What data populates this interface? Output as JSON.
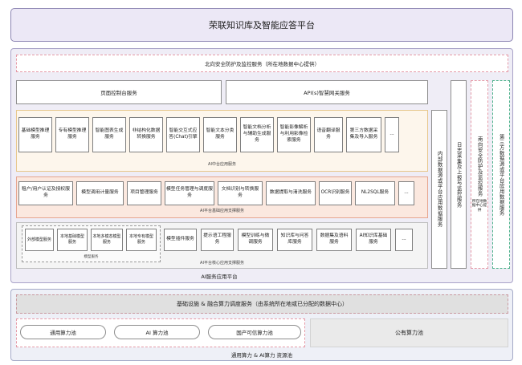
{
  "title": "荣联知识库及智能应答平台",
  "north_security": "北向安全防护及监控服务（所在地数据中心提供）",
  "page_control": "页面控制台服务",
  "api_gateway": "API(s)智慧网关服务",
  "ai_middle": {
    "label": "AI中台应用服务",
    "cards": [
      "基础模型推理服务",
      "专有模型推理服务",
      "智能图表生成服务",
      "非结构化数据转换服务",
      "智能交互式应答(Chat)引擎",
      "智能文本分类服务",
      "智能文档分析与辅助生成服务",
      "智能影像解析与利用影像检索服务",
      "语音翻译服务",
      "第三方数据采集及导入服务",
      "..."
    ]
  },
  "ai_base": {
    "label": "AI平台基础应用支撑服务",
    "cards": [
      "租户/用户认证及授权服务",
      "模型调用计量服务",
      "项目管理服务",
      "模型任务管理与调度服务",
      "文档识别与转换服务",
      "数据提取与清洗服务",
      "OCR识别服务",
      "NL2SQL服务",
      "..."
    ]
  },
  "ai_core": {
    "label": "AI平台核心应用支撑服务",
    "model_service_label": "模型服务",
    "model_cards": [
      "外部模型服务",
      "本地基础模型服务",
      "本地多模态模型服务",
      "本地专有模型服务"
    ],
    "cards": [
      "模型插件服务",
      "提示语工程服务",
      "模型训练与微调服务",
      "知识库与问答库服务",
      "数据集及语料服务",
      "AI知识库基础服务",
      "..."
    ]
  },
  "ai_platform_label": "AI服务应用平台",
  "right_columns": [
    "内部数据源或平台应用数据服务",
    "日志采集及上报与监控服务",
    "南向安全防护及监控服务",
    "第三方数据源或平台应用数据服务"
  ],
  "south_note": "所在地数据中心提供",
  "infra": {
    "label": "基础设施 & 融合算力调度服务（由系统所在地或已分配的数据中心）",
    "pools": [
      "通用算力池",
      "AI 算力池",
      "国产可信算力池"
    ],
    "public_pool": "公有算力池",
    "footer": "通用算力 & AI算力 资源池"
  }
}
